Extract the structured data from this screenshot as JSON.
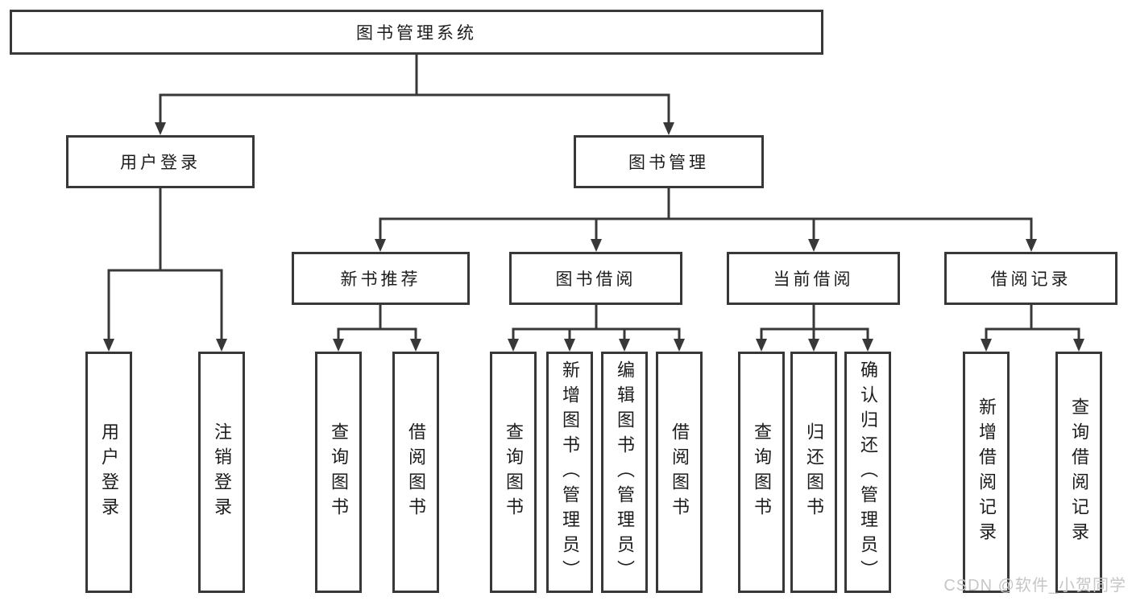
{
  "diagram": {
    "root": {
      "label": "图书管理系统"
    },
    "branches": [
      {
        "label": "用户登录",
        "children": [
          {
            "label": "用户登录"
          },
          {
            "label": "注销登录"
          }
        ]
      },
      {
        "label": "图书管理",
        "sections": [
          {
            "label": "新书推荐",
            "children": [
              {
                "label": "查询图书"
              },
              {
                "label": "借阅图书"
              }
            ]
          },
          {
            "label": "图书借阅",
            "children": [
              {
                "label": "查询图书"
              },
              {
                "label": "新增图书（管理员）"
              },
              {
                "label": "编辑图书（管理员）"
              },
              {
                "label": "借阅图书"
              }
            ]
          },
          {
            "label": "当前借阅",
            "children": [
              {
                "label": "查询图书"
              },
              {
                "label": "归还图书"
              },
              {
                "label": "确认归还（管理员）"
              }
            ]
          },
          {
            "label": "借阅记录",
            "children": [
              {
                "label": "新增借阅记录"
              },
              {
                "label": "查询借阅记录"
              }
            ]
          }
        ]
      }
    ]
  },
  "watermark": {
    "text": "CSDN @软件_小贺同学"
  },
  "colors": {
    "line": "#383838",
    "text": "#1c1c1c",
    "watermark": "#c6c6c6",
    "background": "#ffffff"
  }
}
